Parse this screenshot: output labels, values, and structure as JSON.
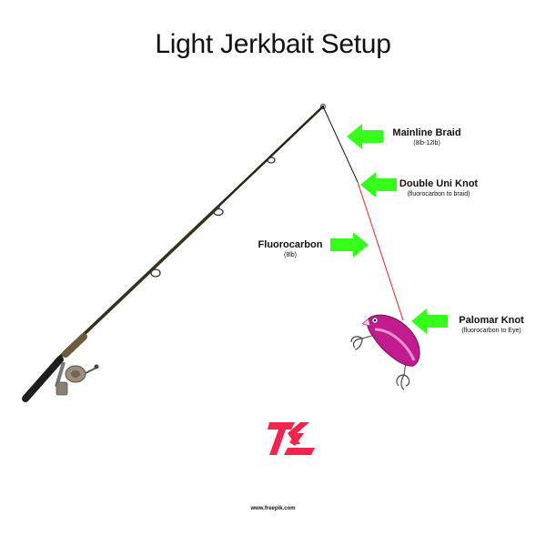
{
  "title": "Light Jerkbait Setup",
  "labels": {
    "mainline": {
      "main": "Mainline Braid",
      "sub": "(8lb-12lb)"
    },
    "double_uni": {
      "main": "Double Uni Knot",
      "sub": "(fluorocarbon to braid)"
    },
    "fluorocarbon": {
      "main": "Fluorocarbon",
      "sub": "(8lb)"
    },
    "palomar": {
      "main": "Palomar Knot",
      "sub": "(fluorocarbon to Eye)"
    }
  },
  "credit": "www.freepik.com",
  "colors": {
    "arrow": "#33ff1a",
    "braid": "#111111",
    "fluorocarbon": "#e0252b",
    "lure": "#c21a8f",
    "logo": "#f0244c"
  }
}
